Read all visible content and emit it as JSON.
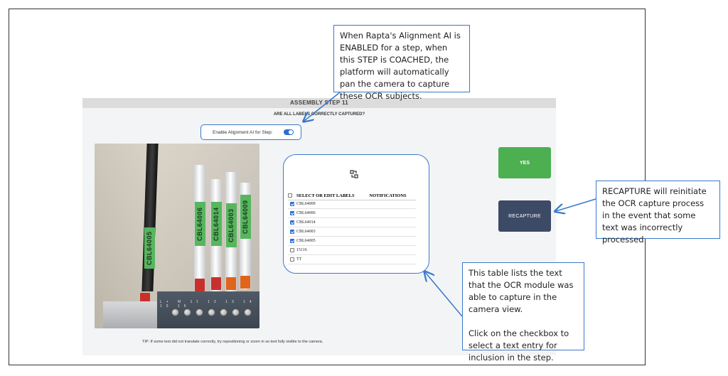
{
  "app": {
    "header_title": "ASSEMBLY STEP 11",
    "question": "ARE ALL LABELS CORRECTLY CAPTURED?",
    "alignment_toggle": {
      "label": "Enable Alignment AI for Step:",
      "enabled": true
    },
    "camera": {
      "wire_tags": [
        "CBL64005",
        "CBL64006",
        "CBL64014",
        "CBL64003",
        "CBL64009"
      ],
      "terminal_labels": "L+ M 11 12 13 14 15 16"
    },
    "labels_table": {
      "headers": [
        "SELECT OR EDIT LABELS",
        "NOTIFICATIONS"
      ],
      "rows": [
        {
          "label": "CBL64009",
          "checked": true
        },
        {
          "label": "CBL64006",
          "checked": true
        },
        {
          "label": "CBL64014",
          "checked": true
        },
        {
          "label": "CBL64003",
          "checked": true
        },
        {
          "label": "CBL64005",
          "checked": true
        },
        {
          "label": "15116",
          "checked": false
        },
        {
          "label": "TT",
          "checked": false
        }
      ]
    },
    "yes_button": "YES",
    "recapture_button": "RECAPTURE",
    "tip": "TIP: If some text did not translate correctly, try repositioning or zoom in so text fully visible to the camera."
  },
  "callouts": {
    "alignment_ai": "When Rapta's Alignment AI is ENABLED for a step, when this STEP is COACHED, the platform will automatically pan the camera to capture these OCR subjects.",
    "recapture": "RECAPTURE will reinitiate the OCR capture process in the event that some text was incorrectly processed.",
    "table_p1": "This table lists the text that the OCR module was able to capture in the camera view.",
    "table_p2": "Click on the checkbox to select a text entry for inclusion in the step."
  },
  "colors": {
    "callout_border": "#3a79c9",
    "yes_button": "#4caf50",
    "recapture_button": "#3c4a66",
    "toggle_on": "#2d6fd1",
    "label_tag": "#57b65e"
  },
  "icons": {
    "panel_icon": "rotate-camera-icon"
  }
}
